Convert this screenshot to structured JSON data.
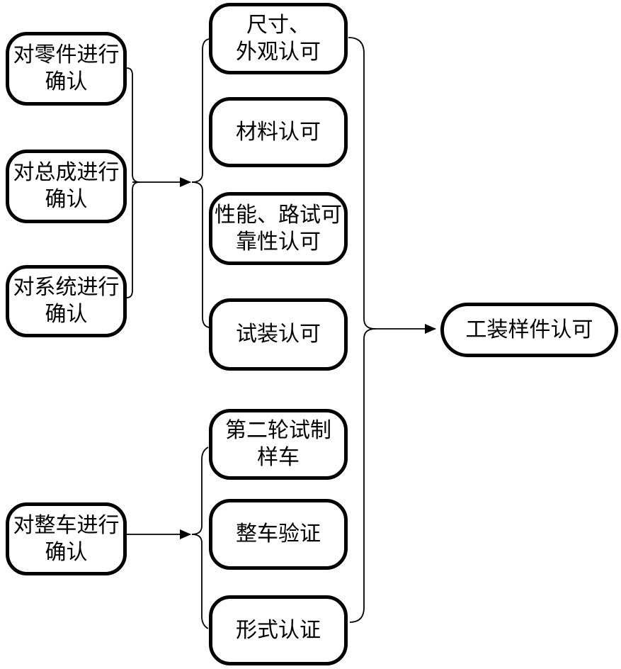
{
  "diagram": {
    "left_column": [
      {
        "id": "confirm-parts",
        "label": "对零件进行\n确认"
      },
      {
        "id": "confirm-assembly",
        "label": "对总成进行\n确认"
      },
      {
        "id": "confirm-system",
        "label": "对系统进行\n确认"
      },
      {
        "id": "confirm-vehicle",
        "label": "对整车进行\n确认"
      }
    ],
    "middle_column": [
      {
        "id": "size-appearance-approval",
        "label": "尺寸、\n外观认可"
      },
      {
        "id": "material-approval",
        "label": "材料认可"
      },
      {
        "id": "performance-reliability",
        "label": "性能、路试可\n靠性认可"
      },
      {
        "id": "trial-assembly-approval",
        "label": "试装认可"
      },
      {
        "id": "second-round-prototype",
        "label": "第二轮试制\n样车"
      },
      {
        "id": "vehicle-verification",
        "label": "整车验证"
      },
      {
        "id": "type-certification",
        "label": "形式认证"
      }
    ],
    "result_node": {
      "id": "tooling-sample-approval",
      "label": "工装样件认可"
    },
    "colors": {
      "line": "#000000",
      "box_border": "#000000",
      "background": "#ffffff"
    }
  }
}
